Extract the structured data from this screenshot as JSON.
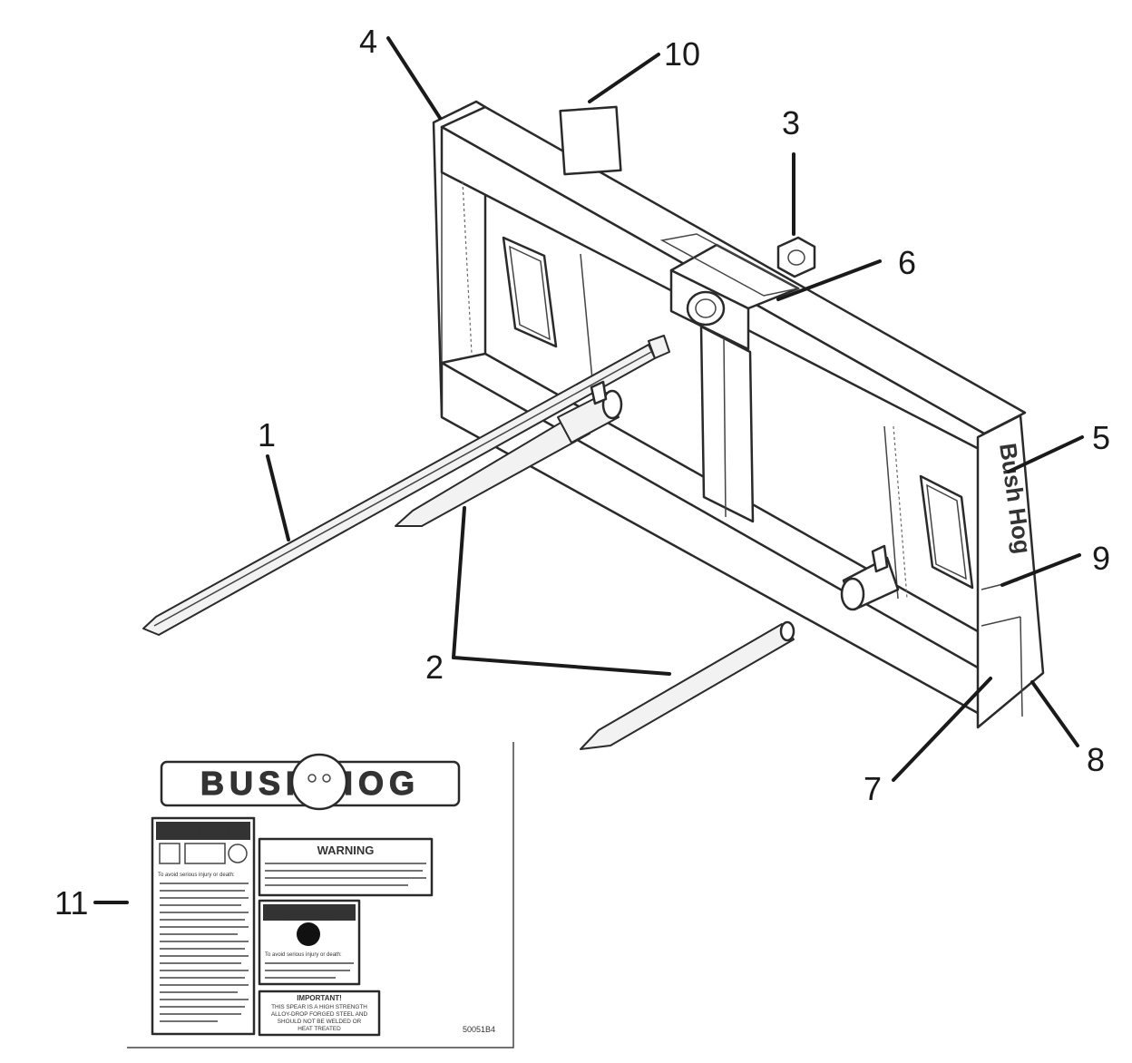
{
  "callouts": [
    {
      "id": "1",
      "label": "1"
    },
    {
      "id": "2",
      "label": "2"
    },
    {
      "id": "3",
      "label": "3"
    },
    {
      "id": "4",
      "label": "4"
    },
    {
      "id": "5",
      "label": "5"
    },
    {
      "id": "6",
      "label": "6"
    },
    {
      "id": "7",
      "label": "7"
    },
    {
      "id": "8",
      "label": "8"
    },
    {
      "id": "9",
      "label": "9"
    },
    {
      "id": "10",
      "label": "10"
    },
    {
      "id": "11",
      "label": "11"
    }
  ],
  "side_plate_logo": "Bush Hog",
  "decal": {
    "brand": "BUSH HOG",
    "part_number": "50051B4",
    "caution": {
      "title": "CAUTION",
      "intro": "To avoid serious injury or death:"
    },
    "warning": {
      "title": "WARNING"
    },
    "danger": {
      "title": "DANGER",
      "intro": "To avoid serious injury or death:"
    },
    "important": {
      "title": "IMPORTANT!",
      "lines": [
        "THIS SPEAR IS A HIGH STRENGTH",
        "ALLOY-DROP FORGED STEEL AND",
        "SHOULD NOT BE WELDED OR",
        "HEAT TREATED"
      ]
    }
  }
}
